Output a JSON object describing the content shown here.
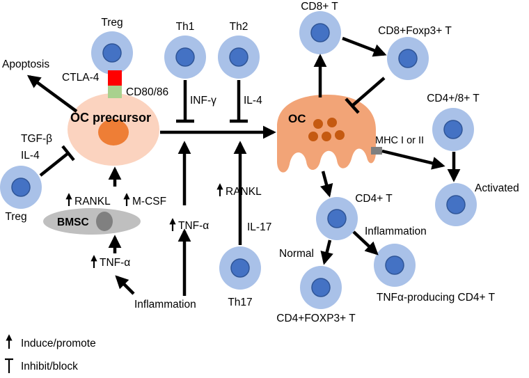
{
  "cells": {
    "treg_top": "Treg",
    "th1": "Th1",
    "th2": "Th2",
    "cd8t": "CD8+ T",
    "cd8_foxp3": "CD8+Foxp3+ T",
    "cd48": "CD4+/8+ T",
    "cd4t": "CD4+ T",
    "treg_left": "Treg",
    "th17": "Th17",
    "cd4_foxp3": "CD4+FOXP3+ T",
    "tnf_cd4": "TNFα-producing CD4+ T"
  },
  "labels": {
    "apoptosis": "Apoptosis",
    "ctla4": "CTLA-4",
    "cd80_86": "CD80/86",
    "oc_precursor": "OC precursor",
    "infg": "INF-γ",
    "il4_th2": "IL-4",
    "oc": "OC",
    "mhc": "MHC I or II",
    "activated": "Activated",
    "tgfb": "TGF-β",
    "il4_treg": "IL-4",
    "rankl_bmsc": "RANKL",
    "mcsf": "M-CSF",
    "bmsc": "BMSC",
    "tnfa_mid": "TNF-α",
    "tnfa_bmsc": "TNF-α",
    "rankl_th17": "RANKL",
    "il17": "IL-17",
    "inflammation_bottom": "Inflammation",
    "inflammation_cd4": "Inflammation",
    "normal": "Normal"
  },
  "legend": {
    "induce": "Induce/promote",
    "inhibit": "Inhibit/block"
  },
  "colors": {
    "cell_outer": "#a9c1e8",
    "cell_nucleus": "#4472c4",
    "precursor": "#fbd3bf",
    "precursor_nucleus": "#ee7e36",
    "oc_body": "#f2a477",
    "oc_nuclei": "#c55a11",
    "ctla4": "#ff0000",
    "cd80_86": "#a9d18e",
    "bmsc": "#bfbfbf",
    "mhc": "#7f7f7f"
  }
}
